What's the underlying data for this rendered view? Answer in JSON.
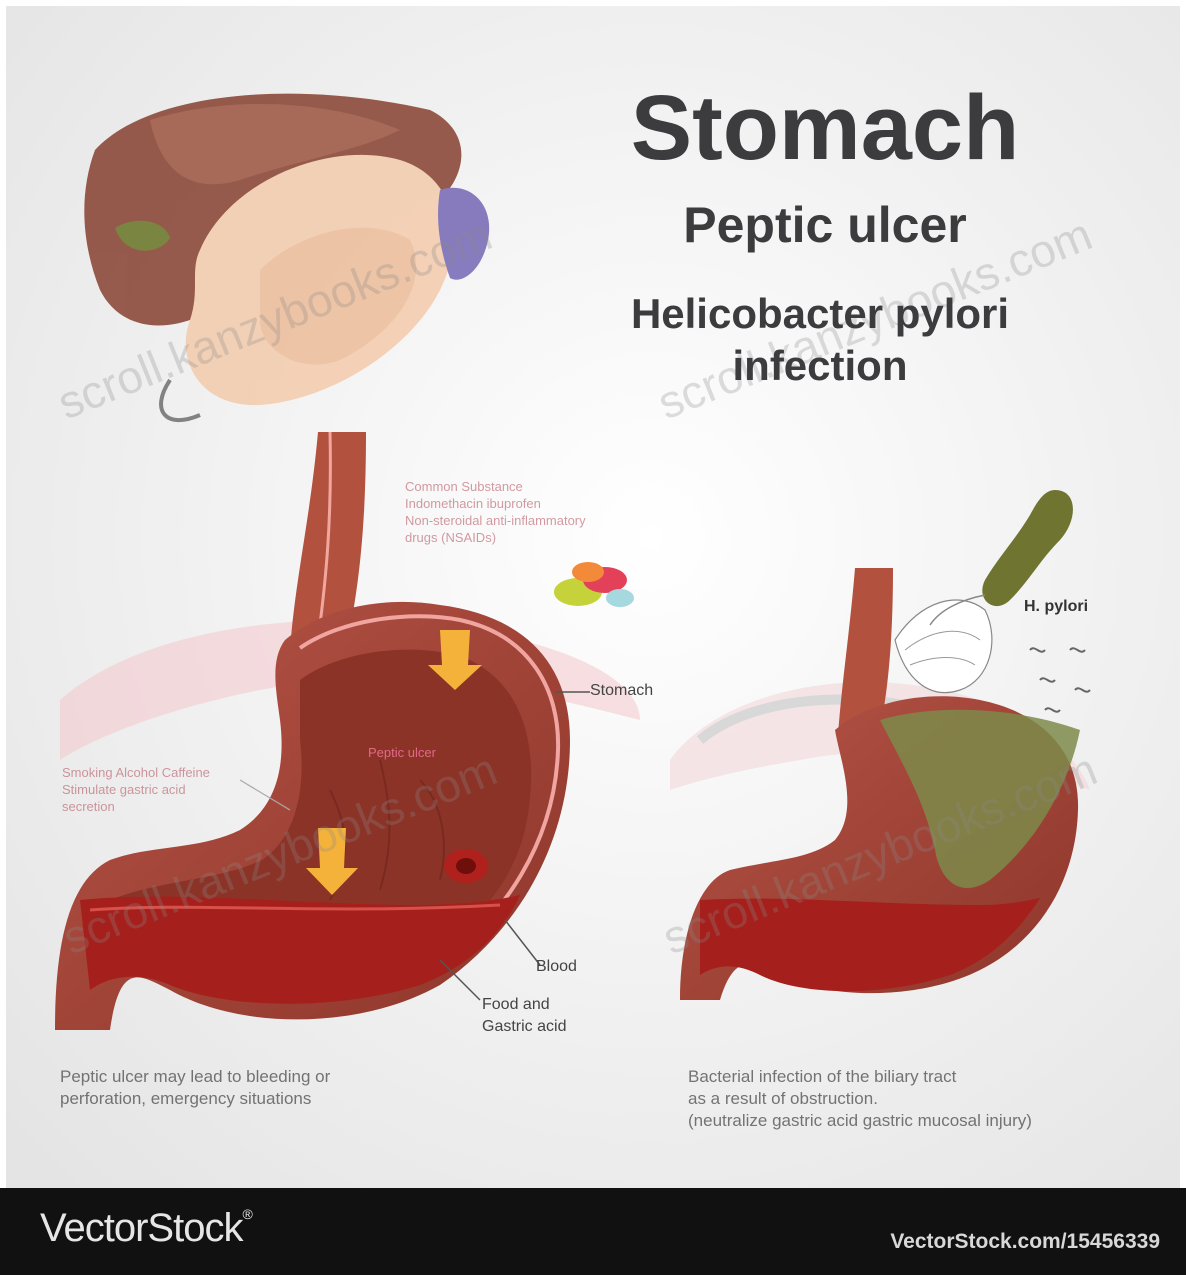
{
  "title": {
    "main": "Stomach",
    "sub": "Peptic ulcer",
    "line1": "Helicobacter pylori",
    "line2": "infection"
  },
  "labels": {
    "stomach": "Stomach",
    "blood": "Blood",
    "food_acid_1": "Food and",
    "food_acid_2": "Gastric acid",
    "h_pylori": "H. pylori"
  },
  "faint_labels": {
    "nsaids": [
      "Common Substance",
      "Indomethacin ibuprofen",
      "Non-steroidal anti-inflammatory",
      "drugs (NSAIDs)"
    ],
    "ulcer": [
      "Peptic ulcer"
    ],
    "alcohol": [
      "Smoking Alcohol Caffeine",
      "Stimulate gastric acid",
      "secretion"
    ]
  },
  "captions": {
    "left": [
      "Peptic ulcer may lead to bleeding or",
      "perforation, emergency situations"
    ],
    "right": [
      "Bacterial infection of the biliary tract",
      "as a result of obstruction.",
      "(neutralize gastric acid gastric mucosal injury)"
    ]
  },
  "watermark": "scroll.kanzybooks.com",
  "footer": {
    "brand": "VectorStock",
    "trademark": "®",
    "url": "VectorStock.com/15456339"
  },
  "colors": {
    "background": "#efefef",
    "stomach_wall": "#a94a3c",
    "stomach_inner": "#8c3328",
    "blood_band": "#a51f1c",
    "mucosa_edge": "#f1a5a0",
    "arrow": "#f4b23a",
    "bacterium": "#6f7431",
    "infection_zone": "#7d8a4a",
    "title_text": "#3c3c3e",
    "footer_bg": "#111111"
  }
}
